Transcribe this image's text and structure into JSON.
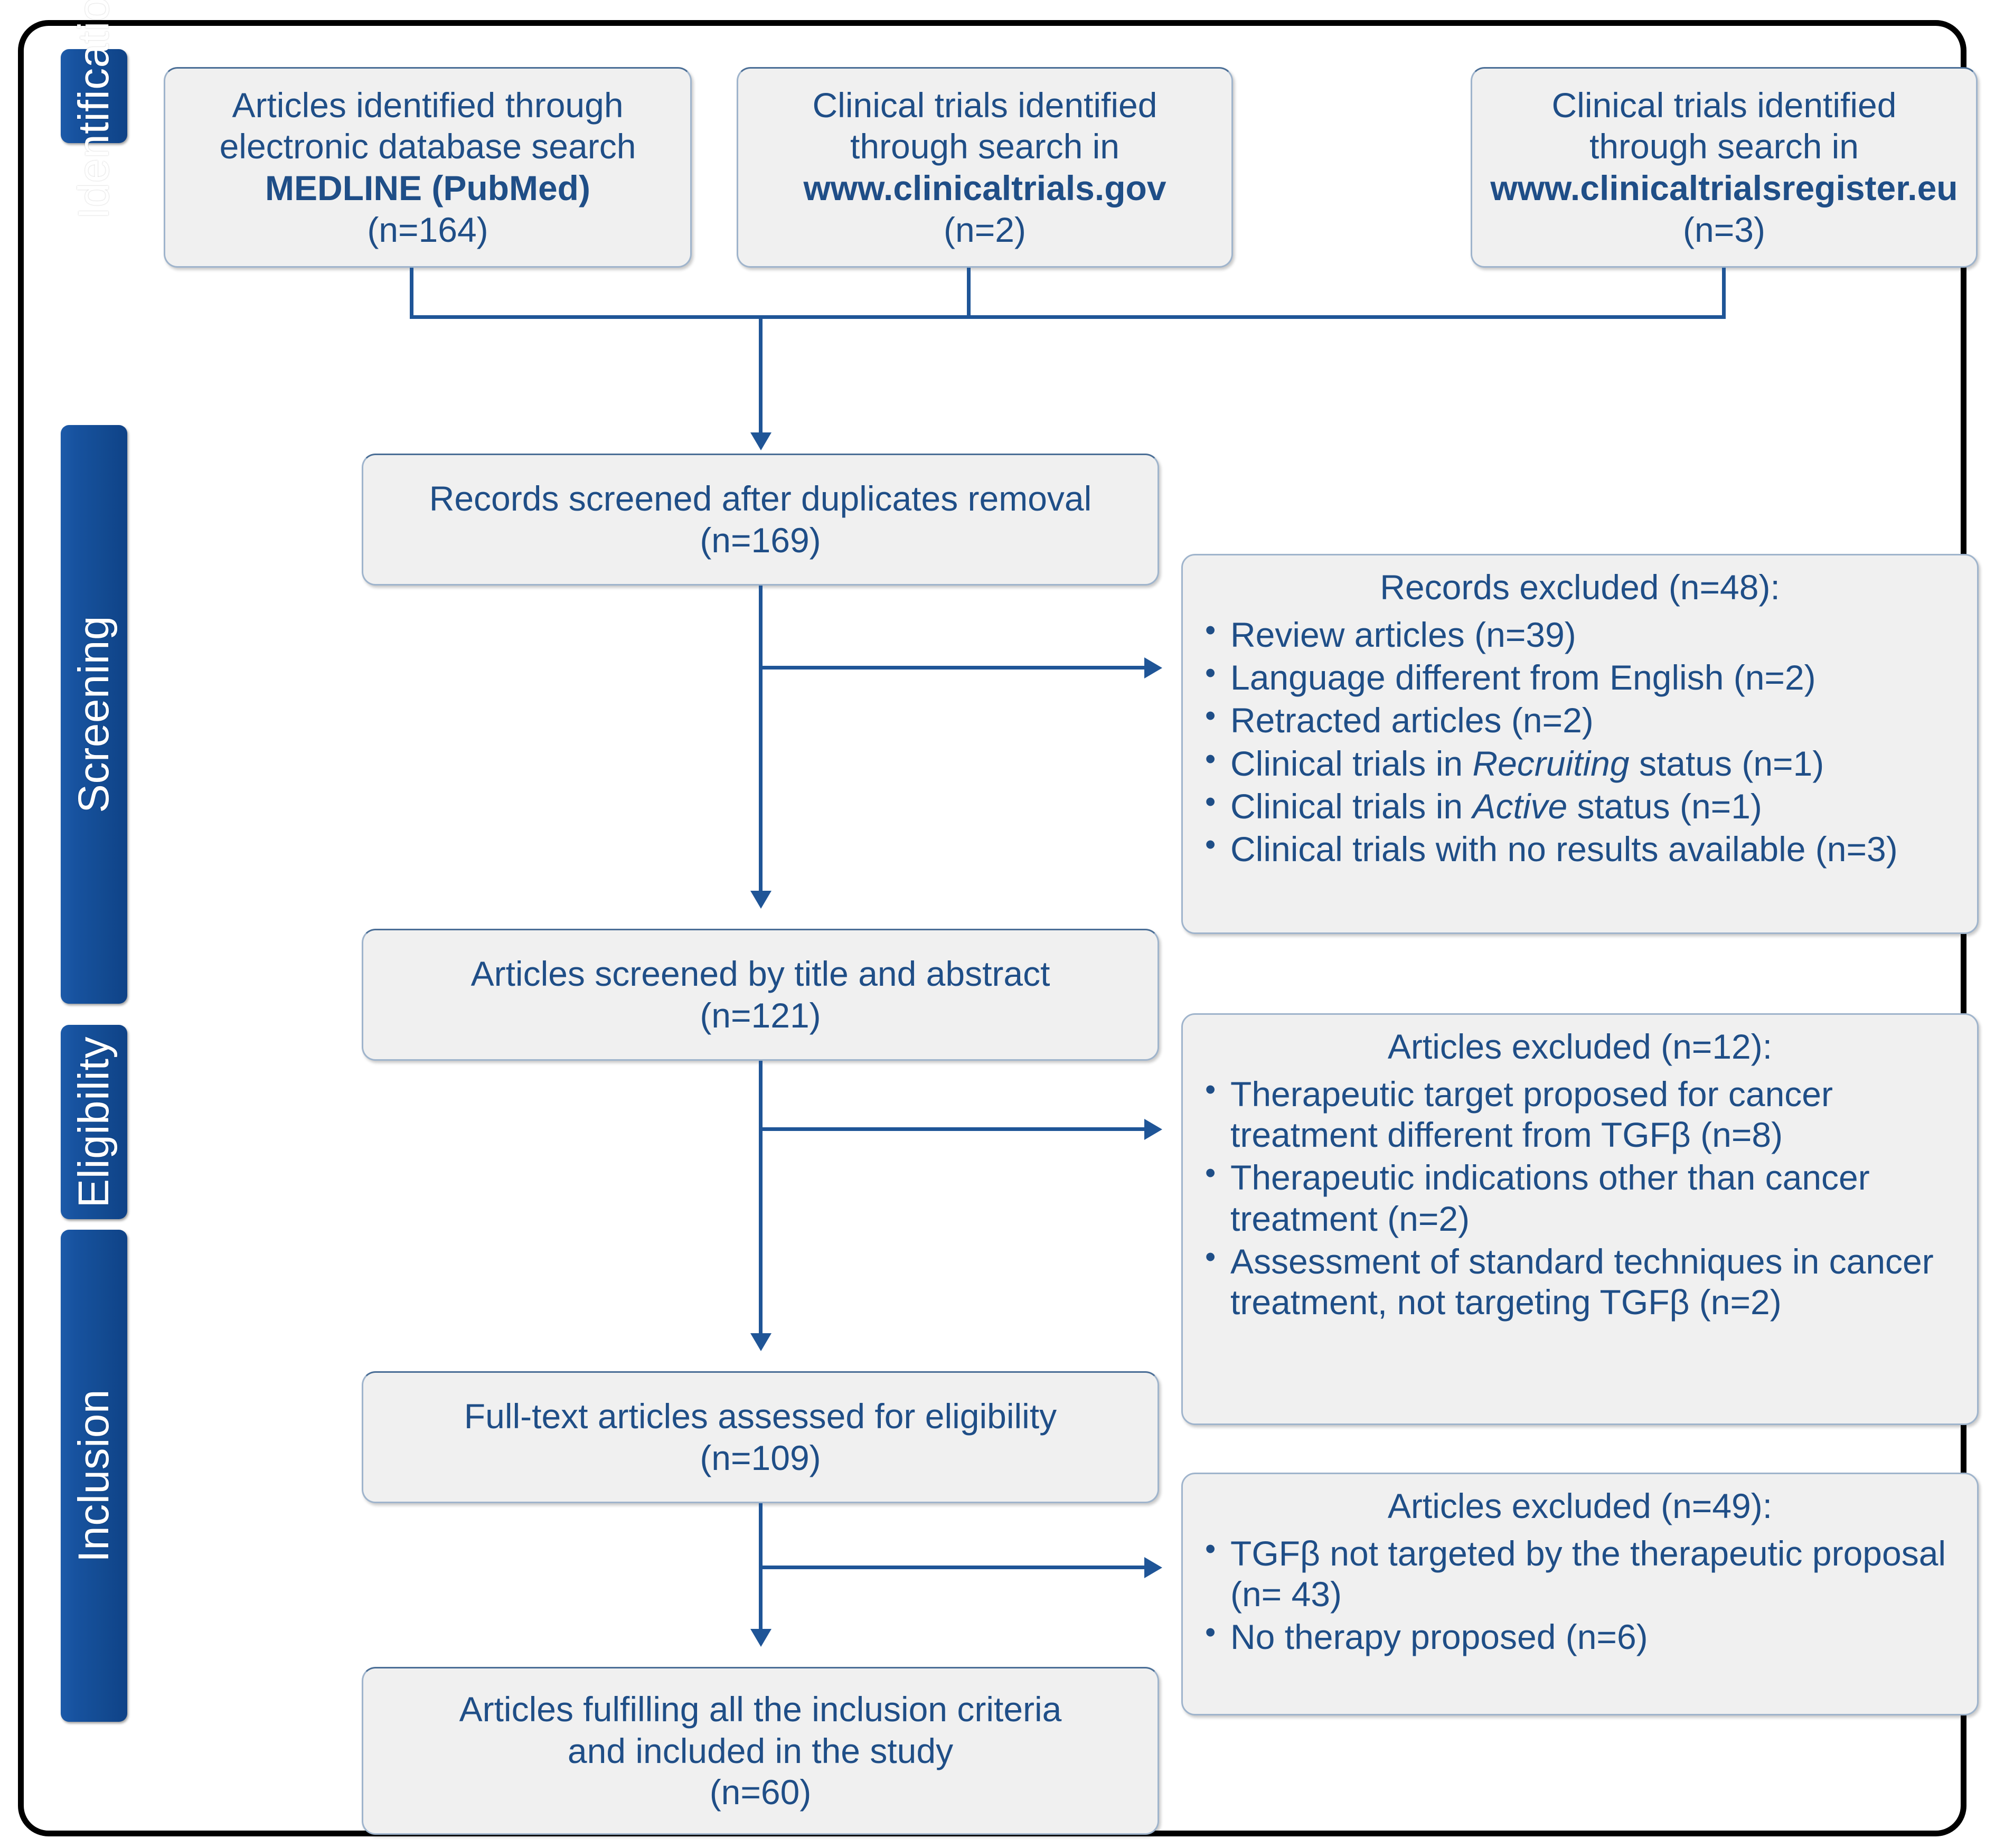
{
  "diagram": {
    "type": "prisma-flow-diagram",
    "stages": [
      {
        "id": "identification",
        "label": "Identification"
      },
      {
        "id": "screening",
        "label": "Screening"
      },
      {
        "id": "eligibility",
        "label": "Eligibility"
      },
      {
        "id": "inclusion",
        "label": "Inclusion"
      }
    ],
    "identification_boxes": [
      {
        "id": "medline",
        "lines": [
          {
            "text": "Articles identified through",
            "bold": false
          },
          {
            "text": "electronic database search",
            "bold": false
          },
          {
            "text": "MEDLINE (PubMed)",
            "bold": true
          },
          {
            "text": "(n=164)",
            "bold": false
          }
        ]
      },
      {
        "id": "clinicaltrials-gov",
        "lines": [
          {
            "text": "Clinical trials identified",
            "bold": false
          },
          {
            "text": "through search in",
            "bold": false
          },
          {
            "text": "www.clinicaltrials.gov",
            "bold": true
          },
          {
            "text": "(n=2)",
            "bold": false
          }
        ]
      },
      {
        "id": "clinicaltrialsregister-eu",
        "lines": [
          {
            "text": "Clinical trials identified",
            "bold": false
          },
          {
            "text": "through search in",
            "bold": false
          },
          {
            "text": "www.clinicaltrialsregister.eu",
            "bold": true
          },
          {
            "text": "(n=3)",
            "bold": false
          }
        ]
      }
    ],
    "flow_boxes": [
      {
        "id": "records-screened",
        "lines": [
          {
            "text": "Records screened after duplicates removal",
            "bold": false
          },
          {
            "text": "(n=169)",
            "bold": false
          }
        ]
      },
      {
        "id": "title-abstract-screened",
        "lines": [
          {
            "text": "Articles screened by title and abstract",
            "bold": false
          },
          {
            "text": "(n=121)",
            "bold": false
          }
        ]
      },
      {
        "id": "fulltext-assessed",
        "lines": [
          {
            "text": "Full-text articles assessed for eligibility",
            "bold": false
          },
          {
            "text": "(n=109)",
            "bold": false
          }
        ]
      },
      {
        "id": "included-in-study",
        "lines": [
          {
            "text": "Articles fulfilling all the inclusion criteria",
            "bold": false
          },
          {
            "text": "and included in the study",
            "bold": false
          },
          {
            "text": "(n=60)",
            "bold": false
          }
        ]
      }
    ],
    "exclusion_boxes": [
      {
        "id": "records-excluded",
        "title": "Records excluded (n=48):",
        "items": [
          {
            "pre": "Review articles (n=39)",
            "em": "",
            "post": ""
          },
          {
            "pre": "Language different from English (n=2)",
            "em": "",
            "post": ""
          },
          {
            "pre": "Retracted articles (n=2)",
            "em": "",
            "post": ""
          },
          {
            "pre": "Clinical trials in ",
            "em": "Recruiting",
            "post": " status (n=1)"
          },
          {
            "pre": "Clinical trials in ",
            "em": "Active",
            "post": " status (n=1)"
          },
          {
            "pre": "Clinical trials with no results available (n=3)",
            "em": "",
            "post": ""
          }
        ]
      },
      {
        "id": "articles-excluded-screening",
        "title": "Articles excluded (n=12):",
        "items": [
          {
            "pre": "Therapeutic target proposed for cancer treatment different from TGFβ (n=8)",
            "em": "",
            "post": ""
          },
          {
            "pre": "Therapeutic indications other than cancer treatment (n=2)",
            "em": "",
            "post": ""
          },
          {
            "pre": "Assessment of standard techniques in cancer treatment, not targeting TGFβ (n=2)",
            "em": "",
            "post": ""
          }
        ]
      },
      {
        "id": "articles-excluded-eligibility",
        "title": "Articles excluded (n=49):",
        "items": [
          {
            "pre": "TGFβ not targeted by the therapeutic proposal (n= 43)",
            "em": "",
            "post": ""
          },
          {
            "pre": "No therapy proposed (n=6)",
            "em": "",
            "post": ""
          }
        ]
      }
    ],
    "colors": {
      "stage_bar": "#17529f",
      "box_fill": "#f0f0f0",
      "box_border": "#9fb4cc",
      "text": "#1f4e87",
      "connector": "#1f5597",
      "frame": "#000000"
    }
  }
}
